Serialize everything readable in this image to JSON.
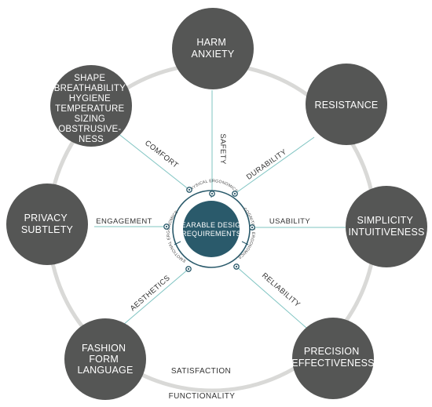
{
  "colors": {
    "node_fill": "#555655",
    "outer_ring": "#d9d9d7",
    "spoke": "#7fc4c2",
    "center_fill": "#2a5a6b",
    "center_ring": "#2a5a6b"
  },
  "center": {
    "label_lines": [
      "WEARABLE DESIGN",
      "REQUIREMENTS"
    ]
  },
  "ergonomics": {
    "physical": "PHYSICAL ERGONOMICS",
    "cognitive": "COGNITIVE ERGONOMICS",
    "emotional": "EMOTIONAL ERGONOMICS"
  },
  "nodes": [
    {
      "id": "harm",
      "lines": [
        "HARM",
        "ANXIETY"
      ]
    },
    {
      "id": "resistance",
      "lines": [
        "RESISTANCE"
      ]
    },
    {
      "id": "simplicity",
      "lines": [
        "SIMPLICITY",
        "INTUITIVENESS"
      ]
    },
    {
      "id": "precision",
      "lines": [
        "PRECISION",
        "EFFECTIVENESS"
      ]
    },
    {
      "id": "fashion",
      "lines": [
        "FASHION",
        "FORM",
        "LANGUAGE"
      ]
    },
    {
      "id": "privacy",
      "lines": [
        "PRIVACY",
        "SUBTLETY"
      ]
    },
    {
      "id": "comfort",
      "lines": [
        "SHAPE",
        "BREATHABILITY",
        "HYGIENE",
        "TEMPERATURE",
        "SIZING",
        "OBSTRUSIVE-",
        "NESS"
      ]
    }
  ],
  "spokes": {
    "safety": "SAFETY",
    "durability": "DURABILITY",
    "usability": "USABILITY",
    "reliability": "RELIABILITY",
    "aesthetics": "AESTHETICS",
    "engagement": "ENGAGEMENT",
    "comfort": "COMFORT"
  },
  "outer_labels": {
    "satisfaction": "SATISFACTION",
    "functionality": "FUNCTIONALITY"
  }
}
